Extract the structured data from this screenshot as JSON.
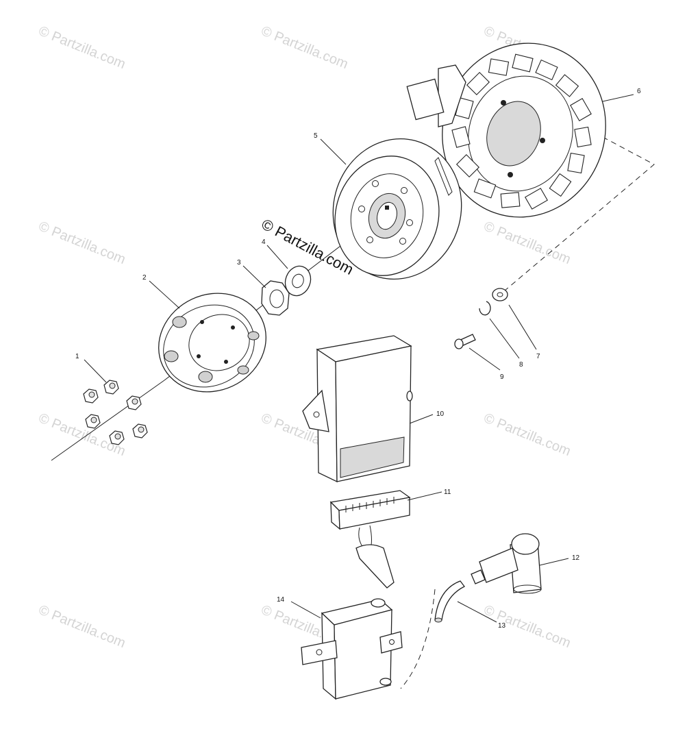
{
  "watermark": {
    "text": "© Partzilla.com",
    "center_text": "© Partzilla.com"
  },
  "callouts": {
    "c1": "1",
    "c2": "2",
    "c3": "3",
    "c4": "4",
    "c5": "5",
    "c6": "6",
    "c7": "7",
    "c8": "8",
    "c9": "9",
    "c10": "10",
    "c11": "11",
    "c12": "12",
    "c13": "13",
    "c14": "14"
  }
}
